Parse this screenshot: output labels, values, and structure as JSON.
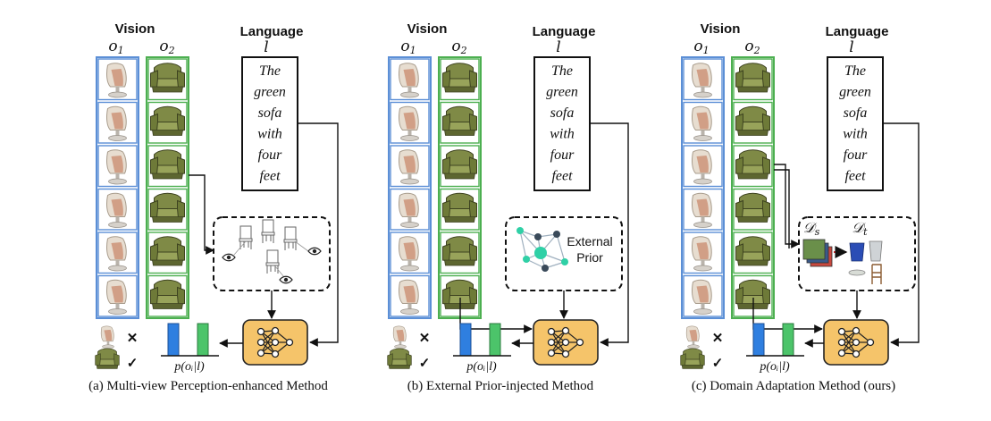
{
  "panels": [
    {
      "vision_label": "Vision",
      "o1": "o",
      "o1_sub": "1",
      "o2": "o",
      "o2_sub": "2",
      "language_label": "Language",
      "language_var": "l",
      "sentence_lines": [
        "The",
        "green",
        "sofa",
        "with",
        "four",
        "feet"
      ],
      "prob_label": "p(oᵢ|l)",
      "caption": "(a) Multi-view Perception-enhanced Method"
    },
    {
      "vision_label": "Vision",
      "o1": "o",
      "o1_sub": "1",
      "o2": "o",
      "o2_sub": "2",
      "language_label": "Language",
      "language_var": "l",
      "sentence_lines": [
        "The",
        "green",
        "sofa",
        "with",
        "four",
        "feet"
      ],
      "prob_label": "p(oᵢ|l)",
      "caption": "(b) External Prior-injected Method",
      "prior_lines": [
        "External",
        "Prior"
      ]
    },
    {
      "vision_label": "Vision",
      "o1": "o",
      "o1_sub": "1",
      "o2": "o",
      "o2_sub": "2",
      "language_label": "Language",
      "language_var": "l",
      "sentence_lines": [
        "The",
        "green",
        "sofa",
        "with",
        "four",
        "feet"
      ],
      "prob_label": "p(oᵢ|l)",
      "caption": "(c) Domain Adaptation Method (ours)",
      "domain_source": "𝒟",
      "domain_source_sub": "s",
      "domain_target": "𝒟",
      "domain_target_sub": "t"
    }
  ],
  "result_marks": {
    "wrong": "✕",
    "right": "✓"
  },
  "colors": {
    "o1_border": "#5b8fd6",
    "o2_border": "#4caf50",
    "cell_bg": "#ffffff",
    "network_fill": "#f5c46a",
    "bar_blue": "#2f7fe0",
    "bar_green": "#4cc46a",
    "cross": "#e33a3a",
    "check": "#3cb043",
    "prior_node": "#2fd0a6",
    "prior_dark": "#3a4a5a"
  }
}
